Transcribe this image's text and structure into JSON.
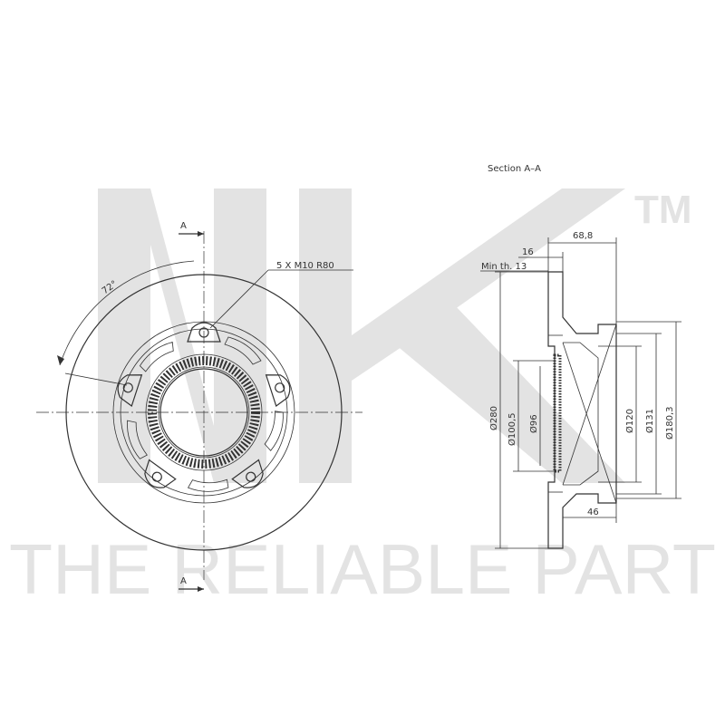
{
  "watermark": {
    "logo_text": "NK",
    "trademark": "TM",
    "slogan": "THE RELIABLE PART"
  },
  "front_view": {
    "section_marker_top": "A",
    "section_marker_bottom": "A",
    "bolt_spec": "5 X M10 R80",
    "angle": "72°"
  },
  "section_view": {
    "title": "Section A–A",
    "dim_overall_height": "68,8",
    "dim_thickness": "16",
    "dim_min_thickness": "Min th. 13",
    "dim_outer_diameter": "Ø280",
    "dim_center_bore": "Ø100,5",
    "dim_inner_bore": "Ø96",
    "dim_hat_inner": "Ø120",
    "dim_hat_outer": "Ø131",
    "dim_hat_max": "Ø180,3",
    "dim_hat_depth": "46"
  },
  "colors": {
    "line": "#333333",
    "watermark": "#e3e3e3",
    "background": "#ffffff"
  }
}
